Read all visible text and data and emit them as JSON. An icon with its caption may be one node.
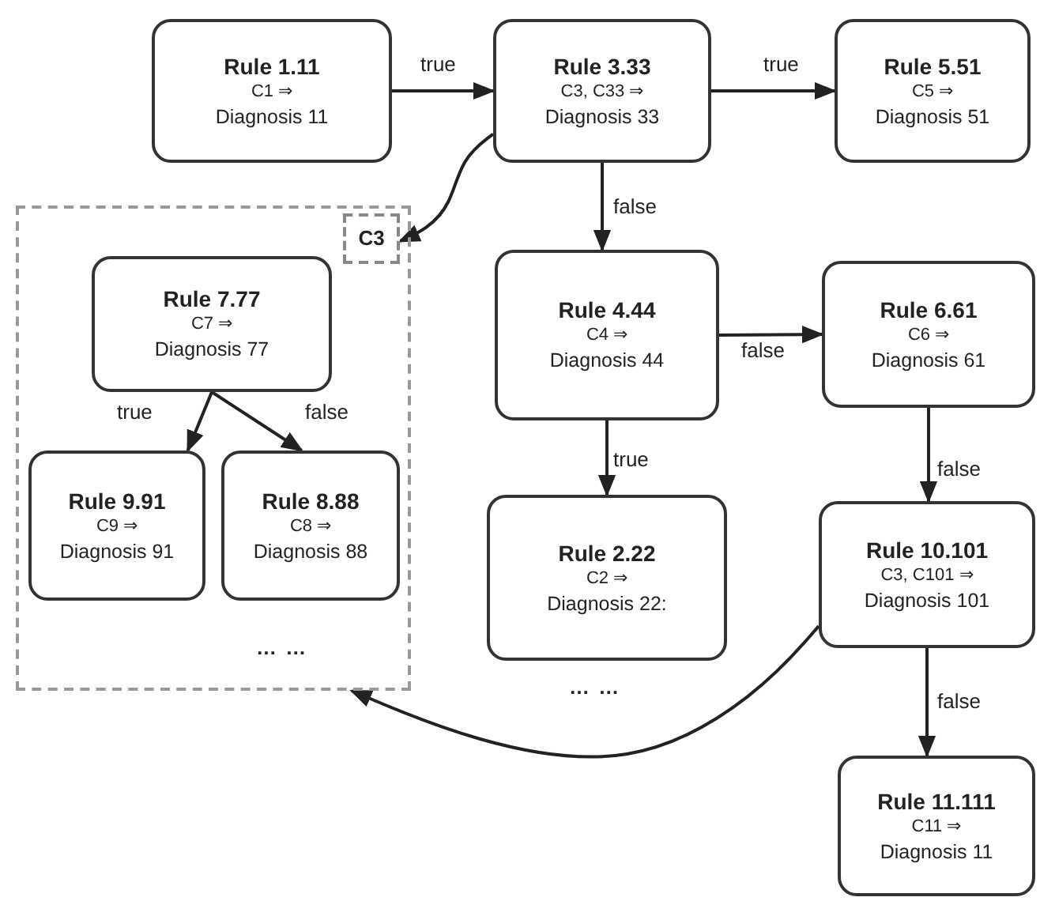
{
  "diagram": {
    "nodes": [
      {
        "text": [
          "Rule 1.11",
          "C1 ⇒",
          "Diagnosis 11"
        ]
      },
      {
        "text": [
          "Rule 3.33",
          "C3, C33 ⇒",
          "Diagnosis 33"
        ]
      },
      {
        "text": [
          "Rule 5.51",
          "C5 ⇒",
          "Diagnosis 51"
        ]
      },
      {
        "text": [],
        "shape": "box"
      },
      {
        "text": [
          "C3"
        ],
        "in": 3
      },
      {
        "text": [
          "Rule 7.77",
          "C7 ⇒",
          "Diagnosis 77"
        ],
        "in": 3
      },
      {
        "text": [
          "Rule 9.91",
          "C9 ⇒",
          "Diagnosis 91"
        ],
        "in": 3
      },
      {
        "text": [
          "Rule 8.88",
          "C8 ⇒",
          "Diagnosis 88"
        ],
        "in": 3
      },
      {
        "text": [
          "Rule 4.44",
          "C4 ⇒",
          "Diagnosis 44"
        ]
      },
      {
        "text": [
          "Rule 6.61",
          "C6 ⇒",
          "Diagnosis 61"
        ]
      },
      {
        "text": [
          "Rule 2.22",
          "C2 ⇒",
          "Diagnosis 22:"
        ]
      },
      {
        "text": [
          "Rule 10.101",
          "C3, C101 ⇒",
          "Diagnosis 101"
        ]
      },
      {
        "text": [
          "Rule 11.111",
          "C11 ⇒",
          "Diagnosis 11"
        ]
      }
    ],
    "edges": [
      {
        "from": 0,
        "to": 1,
        "arrow": "to",
        "label": "true"
      },
      {
        "from": 1,
        "to": 2,
        "arrow": "to",
        "label": "true"
      },
      {
        "from": 1,
        "to": 8,
        "arrow": "to",
        "label": "false"
      },
      {
        "from": 1,
        "to": 4,
        "arrow": "to"
      },
      {
        "from": 5,
        "to": 6,
        "arrow": "to",
        "label": "true"
      },
      {
        "from": 5,
        "to": 7,
        "arrow": "to",
        "label": "false"
      },
      {
        "from": 8,
        "to": 9,
        "arrow": "to",
        "label": "false"
      },
      {
        "from": 8,
        "to": 10,
        "arrow": "to",
        "label": "true"
      },
      {
        "from": 9,
        "to": 11,
        "arrow": "to",
        "label": "false"
      },
      {
        "from": 11,
        "to": 12,
        "arrow": "to",
        "label": "false"
      },
      {
        "from": 11,
        "to": 3,
        "arrow": "to"
      }
    ],
    "labels": [
      "… …",
      "… …"
    ]
  }
}
